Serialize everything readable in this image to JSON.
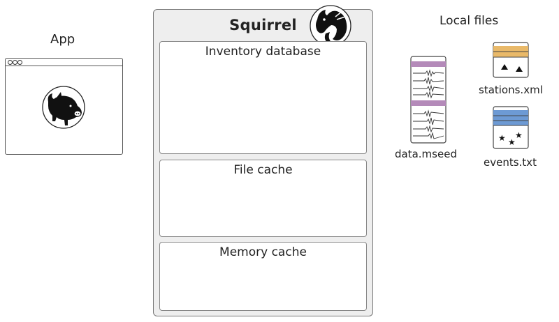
{
  "app": {
    "title": "App"
  },
  "squirrel": {
    "title": "Squirrel",
    "panels": {
      "inventory": "Inventory database",
      "file_cache": "File cache",
      "memory_cache": "Memory cache"
    }
  },
  "local_files": {
    "title": "Local files",
    "files": {
      "mseed": "data.mseed",
      "stations": "stations.xml",
      "events": "events.txt"
    }
  },
  "colors": {
    "squirrel_bg": "#eeeeee",
    "mseed_stripe": "#b48ab9",
    "stations_stripe": "#e9b969",
    "events_stripe": "#6d9ad4"
  },
  "icons": {
    "app_logo": "pig-logo-icon",
    "squirrel_logo": "squirrel-logo-icon",
    "mseed": "waveform-file-icon",
    "stations": "stations-file-icon",
    "events": "events-file-icon"
  }
}
